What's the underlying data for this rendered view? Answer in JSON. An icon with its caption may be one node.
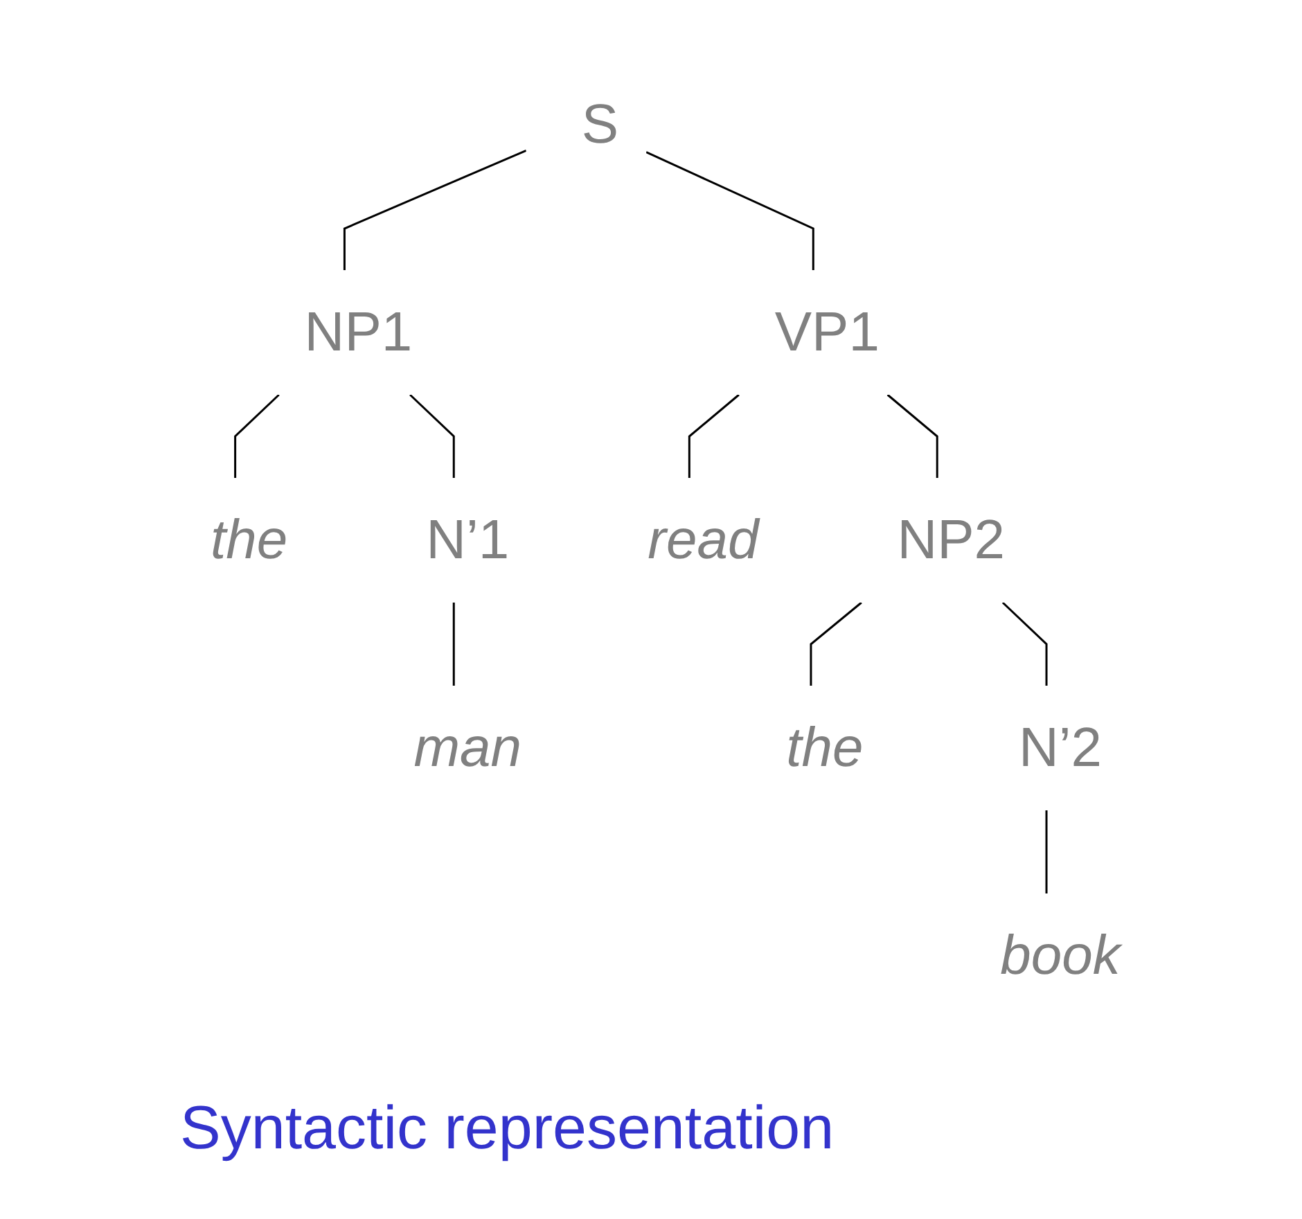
{
  "diagram": {
    "caption": "Syntactic representation",
    "nodes": [
      {
        "text": [
          "S"
        ]
      },
      {
        "text": [
          "NP1"
        ]
      },
      {
        "text": [
          "VP1"
        ]
      },
      {
        "text": [
          "the"
        ]
      },
      {
        "text": [
          "N’1"
        ]
      },
      {
        "text": [
          "read"
        ]
      },
      {
        "text": [
          "NP2"
        ]
      },
      {
        "text": [
          "man"
        ]
      },
      {
        "text": [
          "the"
        ]
      },
      {
        "text": [
          "N’2"
        ]
      },
      {
        "text": [
          "book"
        ]
      }
    ],
    "edges": [
      {
        "from": 0,
        "to": 1,
        "arrow": "none"
      },
      {
        "from": 0,
        "to": 2,
        "arrow": "none"
      },
      {
        "from": 1,
        "to": 3,
        "arrow": "none"
      },
      {
        "from": 1,
        "to": 4,
        "arrow": "none"
      },
      {
        "from": 2,
        "to": 5,
        "arrow": "none"
      },
      {
        "from": 2,
        "to": 6,
        "arrow": "none"
      },
      {
        "from": 4,
        "to": 7,
        "arrow": "none"
      },
      {
        "from": 6,
        "to": 8,
        "arrow": "none"
      },
      {
        "from": 6,
        "to": 9,
        "arrow": "none"
      },
      {
        "from": 9,
        "to": 10,
        "arrow": "none"
      }
    ]
  }
}
